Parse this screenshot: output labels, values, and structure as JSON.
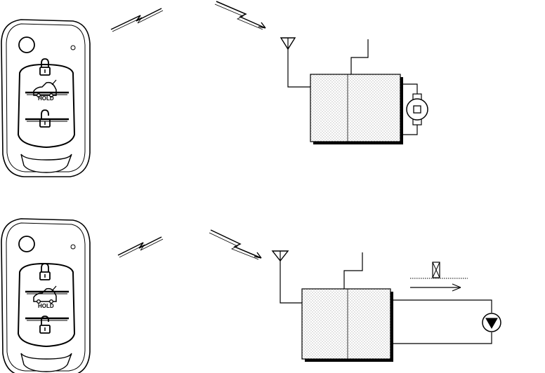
{
  "diagrams": [
    {
      "id": "top",
      "key_fob": {
        "hold_label": "HOLD"
      },
      "actuator": "motor"
    },
    {
      "id": "bottom",
      "key_fob": {
        "hold_label": "HOLD"
      },
      "actuator": "pump"
    }
  ],
  "colors": {
    "line": "#000000",
    "fob_body": "#ffffff",
    "module_fill": "#ffffff",
    "dots": "#7a7a7a"
  }
}
